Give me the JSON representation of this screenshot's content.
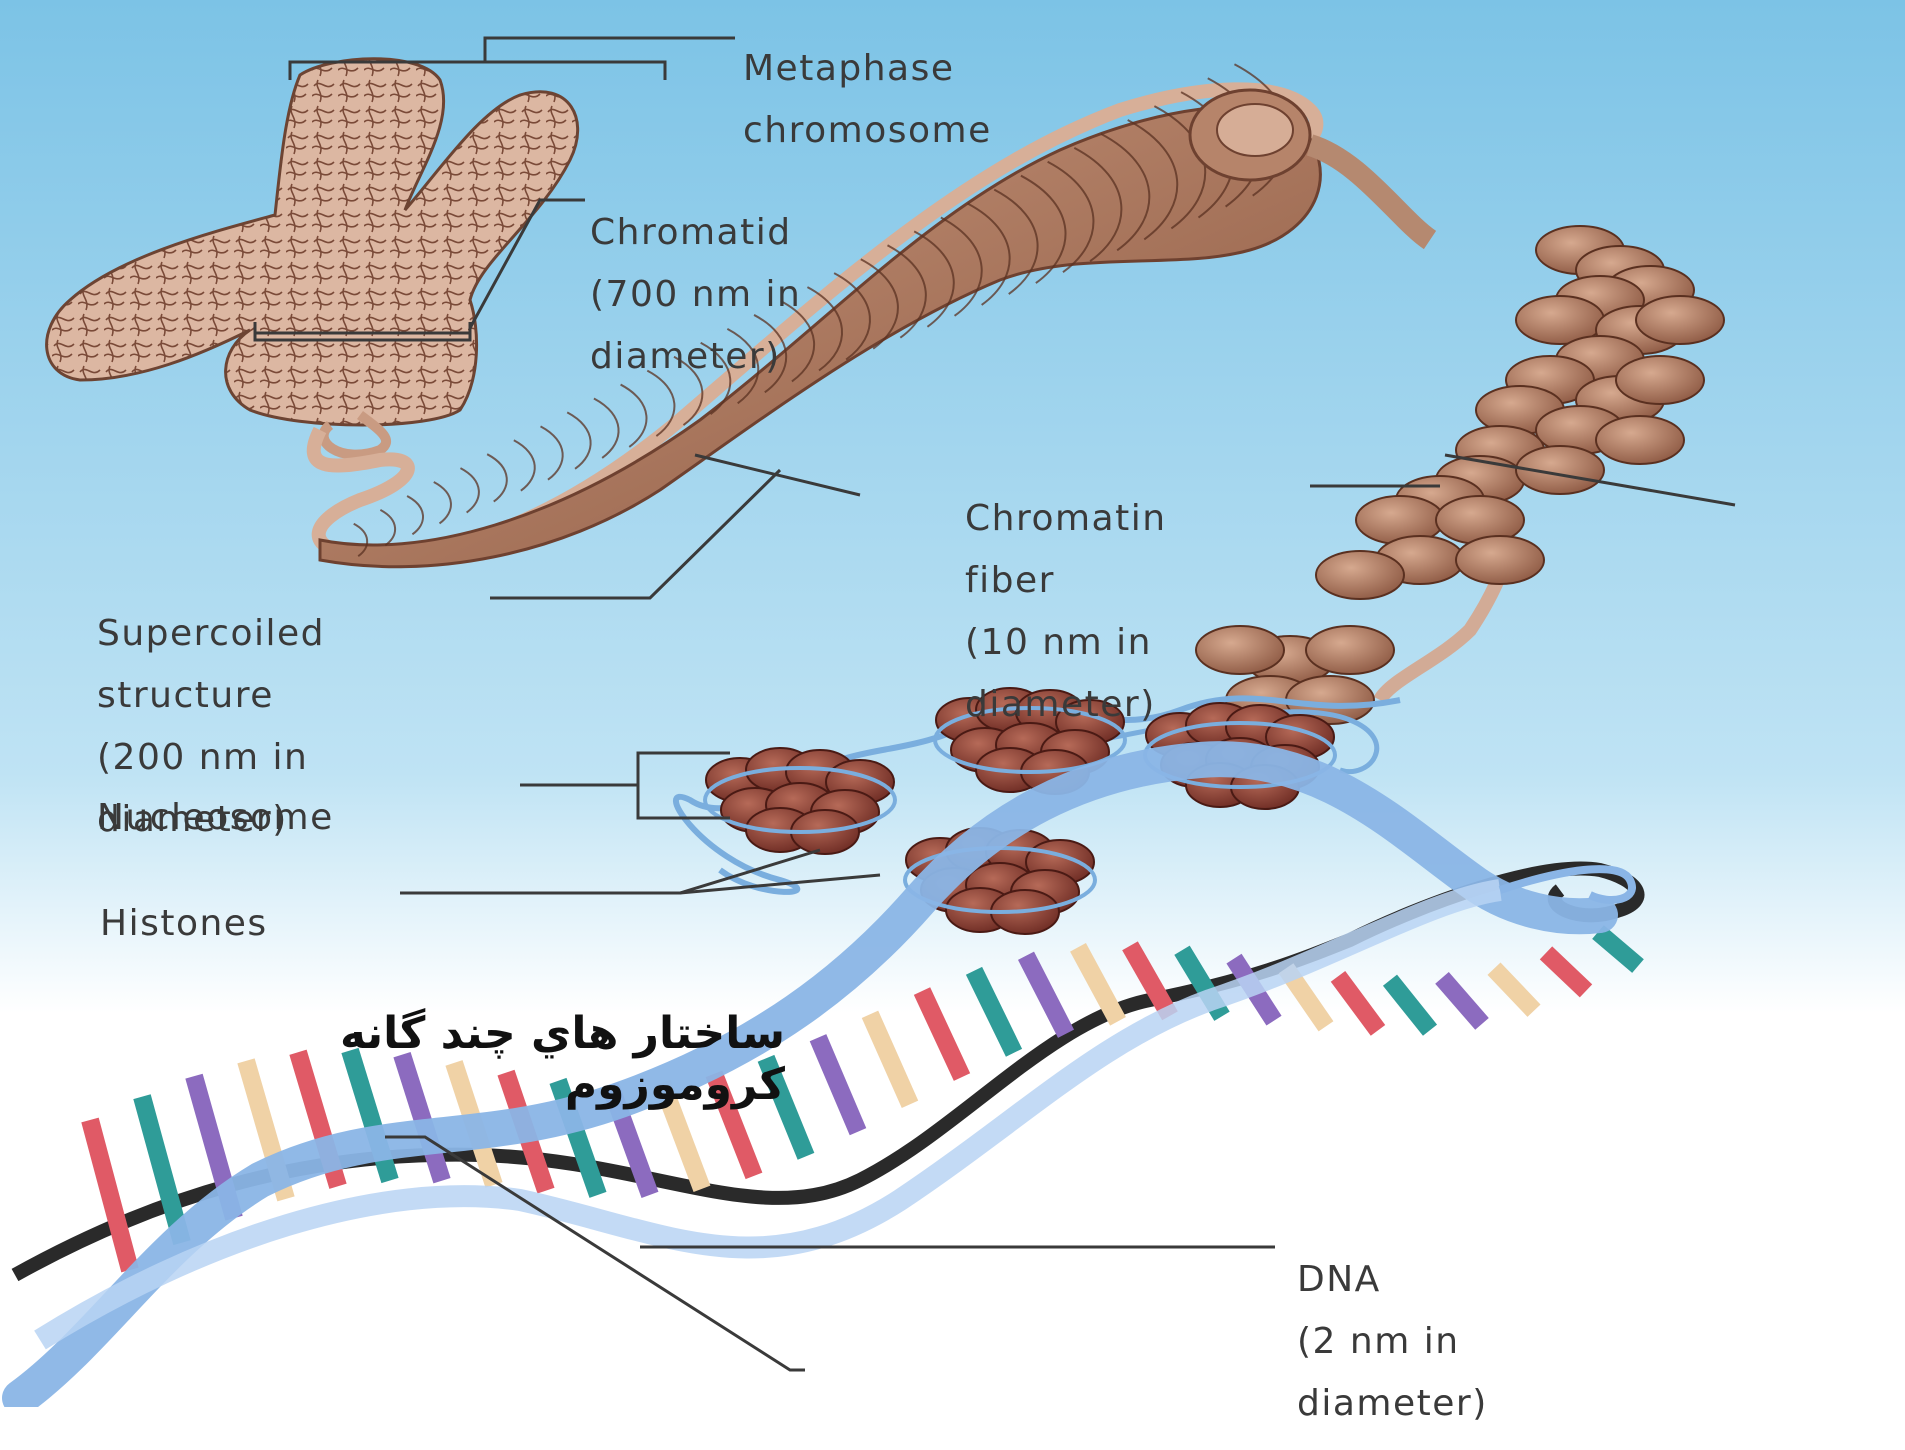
{
  "labels": {
    "metaphase": [
      "Metaphase",
      "chromosome"
    ],
    "chromatid": [
      "Chromatid",
      "(700 nm in",
      "diameter)"
    ],
    "chromatin_fiber": [
      "Chromatin",
      "fiber",
      "(10 nm in",
      "diameter)"
    ],
    "supercoiled": [
      "Supercoiled",
      "structure",
      "(200 nm in",
      "diameter)"
    ],
    "nucleosome": "Nucleosome",
    "histones": "Histones",
    "dna": [
      "DNA",
      "(2 nm in",
      "diameter)"
    ]
  },
  "title": "ساختار هاي چند گانه کروموزوم",
  "colors": {
    "sky_top": "#7cc3e6",
    "sky_bottom": "#ffffff",
    "chromosome_fill": "#d9b39c",
    "fiber_fill": "#b07c62",
    "histone_fill": "#8a3f33",
    "dna_backbone": "#8fb8e8",
    "label_text": "#3a3a3a"
  }
}
